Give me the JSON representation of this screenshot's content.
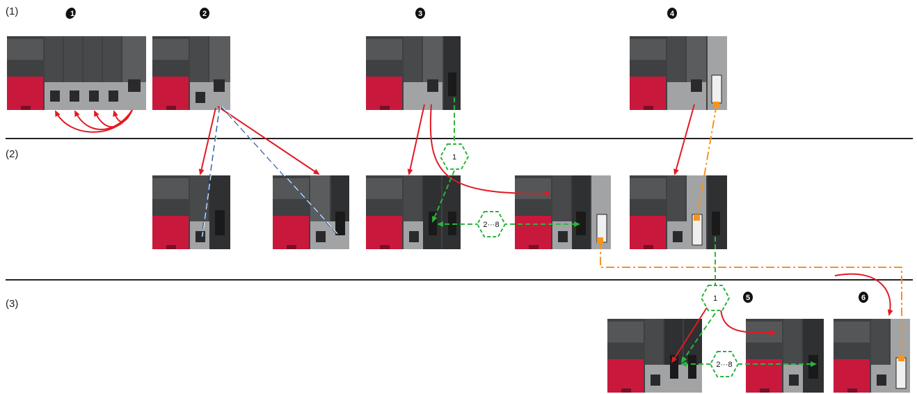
{
  "levels": [
    "(1)",
    "(2)",
    "(3)"
  ],
  "badges": [
    "1",
    "2",
    "3",
    "4",
    "5",
    "6"
  ],
  "network_markers": [
    "1",
    "2···8"
  ],
  "colors": {
    "cpu_module_face": "#c8193c",
    "module_dark": "#3f4042",
    "module_gray": "#8f9092",
    "red_route": "#e21a23",
    "blue_route": "#2e64a8",
    "green_route": "#2bb43e",
    "orange_route": "#f7941d",
    "separator": "#222222"
  },
  "route_types": [
    "red-solid-arrow",
    "blue-dashed",
    "green-dashed-network",
    "orange-dashed"
  ]
}
